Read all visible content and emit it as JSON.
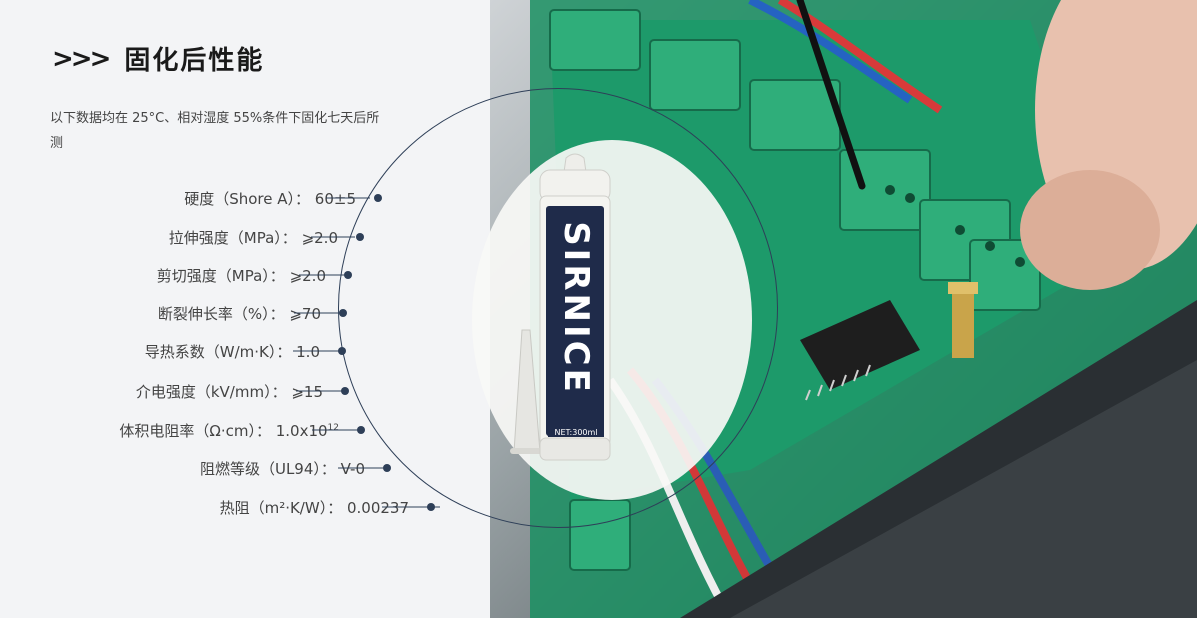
{
  "header": {
    "chevrons": ">>>",
    "title": "固化后性能"
  },
  "note": "以下数据均在 25°C、相对湿度 55%条件下固化七天后所测",
  "specs": [
    {
      "text": "硬度（Shore A）： 60±5"
    },
    {
      "text": "拉伸强度（MPa）： ⩾2.0"
    },
    {
      "text": "剪切强度（MPa）： ⩾2.0"
    },
    {
      "text": "断裂伸长率（%）： ⩾70"
    },
    {
      "text": "导热系数（W/m·K）： 1.0"
    },
    {
      "text": "介电强度（kV/mm）： ⩾15"
    },
    {
      "text": "体积电阻率（Ω·cm）： 1.0x10",
      "sup": "12"
    },
    {
      "text": "阻燃等级（UL94）： V-0"
    },
    {
      "text": "热阻（m²·K/W）： 0.00237"
    }
  ],
  "product": {
    "brand": "SIRNICE",
    "volume": "NET:300ml"
  },
  "colors": {
    "accent": "#2e3f58",
    "tube_label": "#1f2b4a",
    "pcb": "#1d9a6a",
    "terminal": "#2fae7a"
  }
}
